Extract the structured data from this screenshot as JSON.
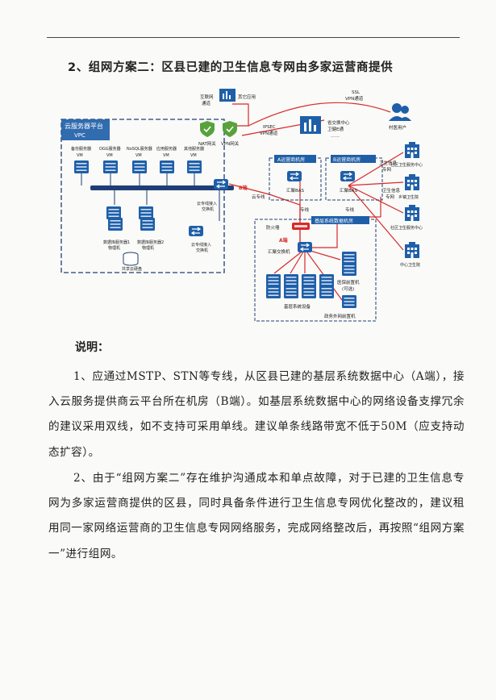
{
  "doc": {
    "heading": "2、组网方案二：区县已建的卫生信息专网由多家运营商提供",
    "note_title": "说明：",
    "paragraphs": [
      "1、应通过MSTP、STN等专线，从区县已建的基层系统数据中心（A端），接入云服务提供商云平台所在机房（B端）。如基层系统数据中心的网络设备支撑冗余的建议采用双线，如不支持可采用单线。建议单条线路带宽不低于50M（应支持动态扩容）。",
      "2、由于“组网方案二”存在维护沟通成本和单点故障，对于已建的卫生信息专网为多家运营商提供的区县，同时具备条件进行卫生信息专网优化整改的，建议租用同一家网络运营商的卫生信息专网网络服务，完成网络整改后，再按照“组网方案一”进行组网。"
    ]
  },
  "diagram": {
    "cloud": {
      "title_line1": "云服务器平台",
      "title_line2": "VPC"
    },
    "vms": [
      {
        "line1": "备份服务器",
        "line2": "VM"
      },
      {
        "line1": "OGG服务器",
        "line2": "VM"
      },
      {
        "line1": "NoSQL服务器",
        "line2": "VM"
      },
      {
        "line1": "应用服务器",
        "line2": "VM"
      },
      {
        "line1": "其他服务器",
        "line2": "VM"
      }
    ],
    "db1": {
      "line1": "数据库服务器1",
      "line2": "物理机"
    },
    "db2": {
      "line1": "数据库服务器2",
      "line2": "物理机"
    },
    "shared_disk": "共享云硬盘",
    "cloud_switch1": {
      "line1": "云专线接入",
      "line2": "交换机"
    },
    "cloud_switch2": {
      "line1": "云专线接入",
      "line2": "交换机"
    },
    "b_end": "B端",
    "a_end": "A端",
    "internet": {
      "line1": "互联网",
      "line2": "通道"
    },
    "other_apps": "其它应用",
    "nat": "NAT网关",
    "vpn": "VPN网关",
    "ssl": {
      "line1": "SSL",
      "line2": "VPN通道"
    },
    "village": "村医用户",
    "ipsec": {
      "line1": "IPSEC",
      "line2": "VPN通道"
    },
    "provincial": {
      "line1": "省交换中心",
      "line2": "卫健E通",
      "line3": "……"
    },
    "telecom_a": "A运营商机房",
    "telecom_b": "B运营商机房",
    "bas_a": "汇聚BAS",
    "bas_b": "汇聚BAS",
    "cloud_line": "云专线",
    "line1": "专线",
    "line2": "专线",
    "health_net1": {
      "line1": "卫生信息",
      "line2": "专网"
    },
    "health_net2": {
      "line1": "卫生信息",
      "line2": "专网"
    },
    "basic_center": "基层系统数据机房",
    "firewall": "防火墙",
    "agg_switch": "汇聚交换机",
    "frontend": {
      "line1": "医保前置机",
      "line2": "(可选)"
    },
    "basic_devices": "基层系统设备",
    "gov_frontend": "政务外网前置机",
    "community1": "社区卫生服务中心",
    "township": "乡镇卫生院",
    "community2": "社区卫生服务中心",
    "central": "中心卫生院"
  }
}
